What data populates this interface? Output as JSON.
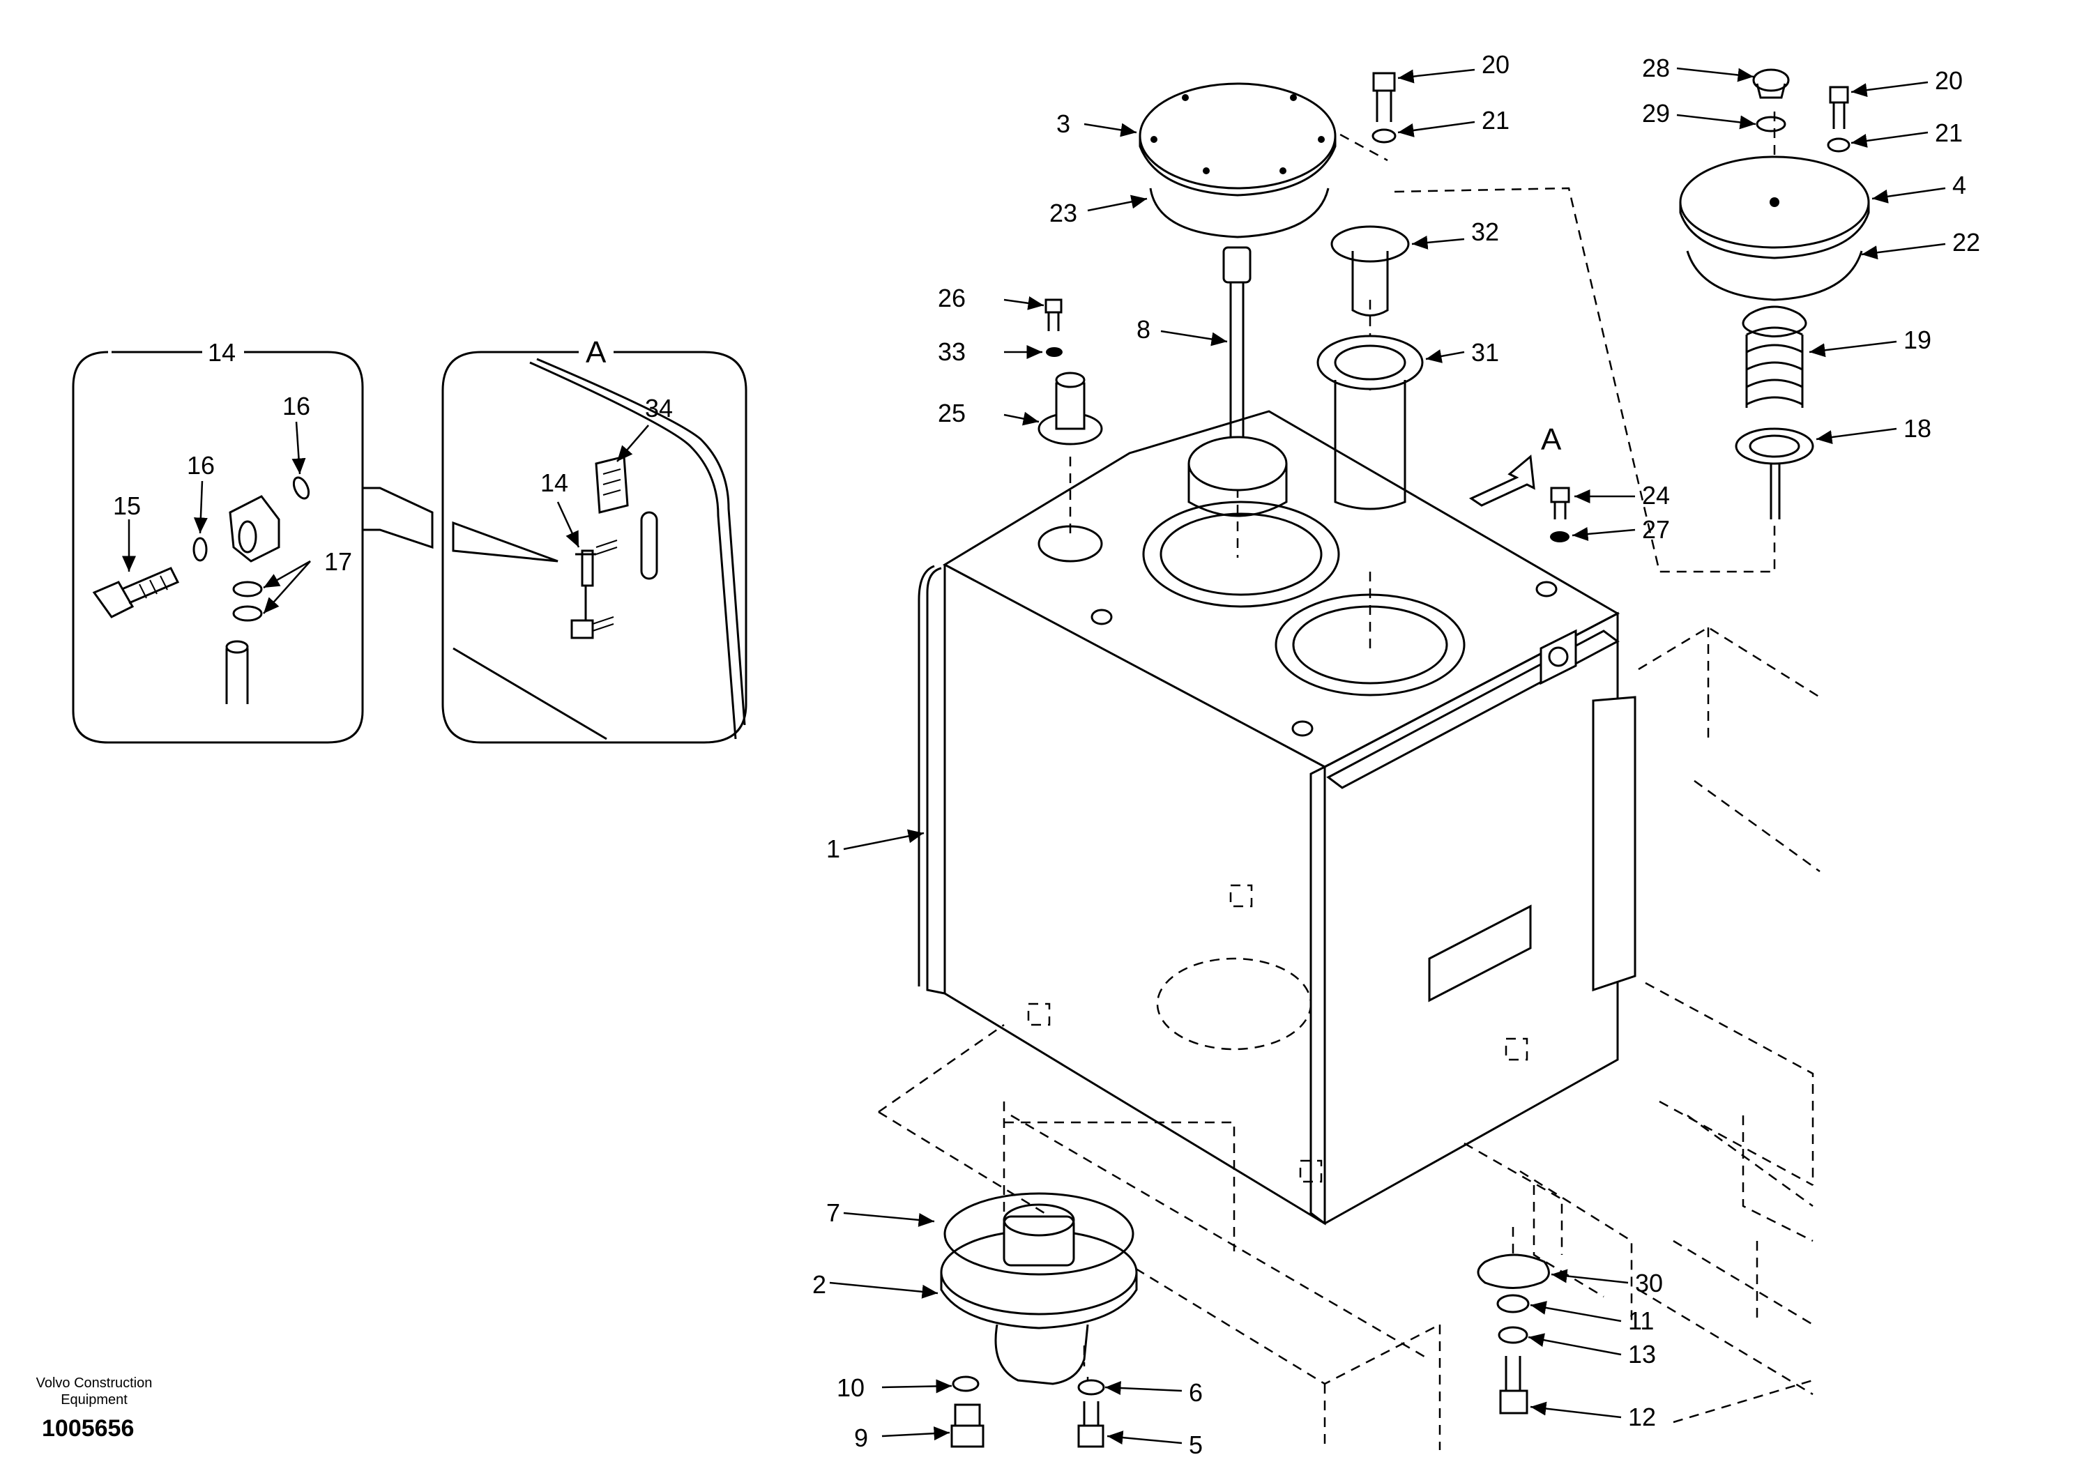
{
  "callouts": {
    "c1": "1",
    "c2": "2",
    "c3": "3",
    "c4": "4",
    "c5": "5",
    "c6": "6",
    "c7": "7",
    "c8": "8",
    "c9": "9",
    "c10": "10",
    "c11": "11",
    "c12": "12",
    "c13": "13",
    "c14": "14",
    "c15": "15",
    "c16": "16",
    "c17": "17",
    "c18": "18",
    "c19": "19",
    "c20": "20",
    "c21": "21",
    "c22": "22",
    "c23": "23",
    "c24": "24",
    "c25": "25",
    "c26": "26",
    "c27": "27",
    "c28": "28",
    "c29": "29",
    "c30": "30",
    "c31": "31",
    "c32": "32",
    "c33": "33",
    "c34": "34"
  },
  "view_a": {
    "title": "A",
    "arrow_label": "A"
  },
  "detail_14": {
    "title": "14"
  },
  "footer": {
    "company_line1": "Volvo Construction",
    "company_line2": "Equipment",
    "drawing_number": "1005656"
  }
}
